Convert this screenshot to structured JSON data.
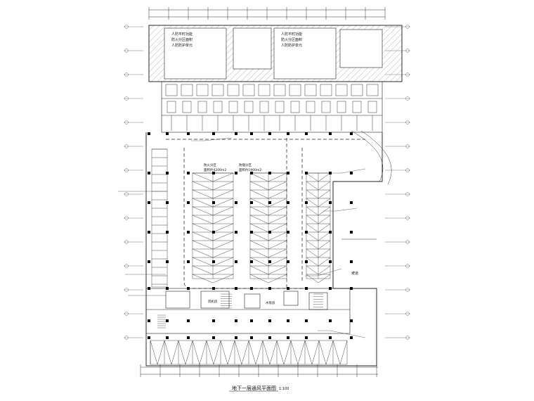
{
  "drawing": {
    "caption_title": "地下一层通风平面图",
    "caption_scale": "1:100",
    "smoke_zone_left": {
      "line1": "人防平时功能",
      "line2": "防火分区面积",
      "line3": "人防防护单元"
    },
    "smoke_zone_right": {
      "line1": "人防平时功能",
      "line2": "防火分区面积",
      "line3": "人防防护单元"
    },
    "label_parking_zone": {
      "line1": "防火分区",
      "line2": "面积约4200m2"
    },
    "label_parking_zone2": {
      "line1": "防烟分区",
      "line2": "面积约1900m2"
    },
    "label_fan_room": "风机房",
    "label_pump_room": "水泵房",
    "label_ramp": "坡道",
    "colors": {
      "line": "#1a1a1a",
      "hatch": "#8a8a8a",
      "column": "#000000",
      "background": "#ffffff"
    }
  }
}
